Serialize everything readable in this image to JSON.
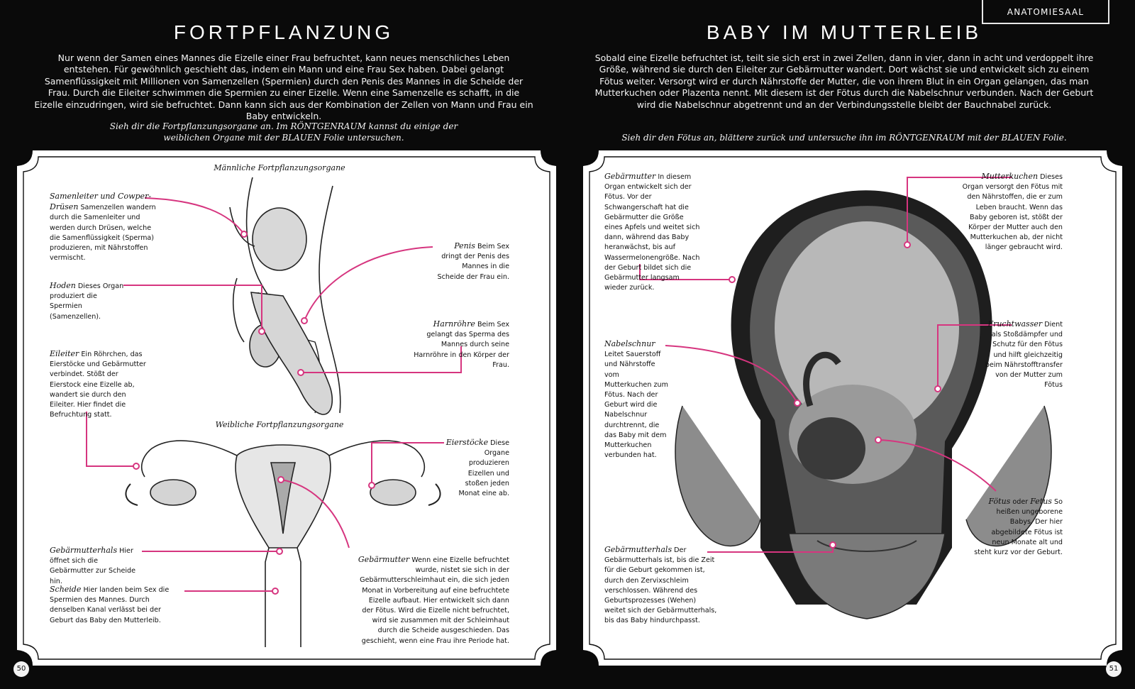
{
  "header_tab": "ANATOMIESAAL",
  "left": {
    "title": "FORTPFLANZUNG",
    "intro": "Nur wenn der Samen eines Mannes die Eizelle einer Frau befruchtet, kann neues menschliches Leben entstehen. Für gewöhnlich geschieht das, indem ein Mann und eine Frau Sex haben. Dabei gelangt Samenflüssigkeit mit Millionen von Samenzellen (Spermien) durch den Penis des Mannes in die Scheide der Frau. Durch die Eileiter schwimmen die Spermien zu einer Eizelle. Wenn eine Samenzelle es schafft, in die Eizelle einzudringen, wird sie befruchtet. Dann kann sich aus der Kombination der Zellen von Mann und Frau ein Baby entwickeln.",
    "instruction": "Sieh dir die Fortpflanzungsorgane an. Im RÖNTGENRAUM kannst du einige der weiblichen Organe mit der BLAUEN Folie untersuchen.",
    "caption_male": "Männliche Fortpflanzungsorgane",
    "caption_female": "Weibliche Fortpflanzungsorgane",
    "labels": {
      "samenleiter": {
        "term": "Samenleiter und Cowper-Drüsen",
        "text": "Samenzellen wandern durch die Samenleiter und werden durch Drüsen, welche die Samenflüssigkeit (Sperma) produzieren, mit Nährstoffen vermischt."
      },
      "hoden": {
        "term": "Hoden",
        "text": "Dieses Organ produziert die Spermien (Samenzellen)."
      },
      "eileiter": {
        "term": "Eileiter",
        "text": "Ein Röhrchen, das Eierstöcke und Gebärmutter verbindet. Stößt der Eierstock eine Eizelle ab, wandert sie durch den Eileiter. Hier findet die Befruchtung statt."
      },
      "gebaermutterhals": {
        "term": "Gebärmutterhals",
        "text": "Hier öffnet sich die Gebärmutter zur Scheide hin."
      },
      "scheide": {
        "term": "Scheide",
        "text": "Hier landen beim Sex die Spermien des Mannes. Durch denselben Kanal verlässt bei der Geburt das Baby den Mutterleib."
      },
      "penis": {
        "term": "Penis",
        "text": "Beim Sex dringt der Penis des Mannes in die Scheide der Frau ein."
      },
      "harnroehre": {
        "term": "Harnröhre",
        "text": "Beim Sex gelangt das Sperma des Mannes durch seine Harnröhre in den Körper der Frau."
      },
      "eierstoecke": {
        "term": "Eierstöcke",
        "text": "Diese Organe produzieren Eizellen und stoßen jeden Monat eine ab."
      },
      "gebaermutter": {
        "term": "Gebärmutter",
        "text": "Wenn eine Eizelle befruchtet wurde, nistet sie sich in der Gebärmutterschleimhaut ein, die sich jeden Monat in Vorbereitung auf eine befruchtete Eizelle aufbaut. Hier entwickelt sich dann der Fötus. Wird die Eizelle nicht befruchtet, wird sie zusammen mit der Schleimhaut durch die Scheide ausgeschieden. Das geschieht, wenn eine Frau ihre Periode hat."
      }
    },
    "page_number": "50"
  },
  "right": {
    "title": "BABY IM MUTTERLEIB",
    "intro": "Sobald eine Eizelle befruchtet ist, teilt sie sich erst in zwei Zellen, dann in vier, dann in acht und verdoppelt ihre Größe, während sie durch den Eileiter zur Gebärmutter wandert. Dort wächst sie und entwickelt sich zu einem Fötus weiter. Versorgt wird er durch Nährstoffe der Mutter, die von ihrem Blut in ein Organ gelangen, das man Mutterkuchen oder Plazenta nennt. Mit diesem ist der Fötus durch die Nabelschnur verbunden. Nach der Geburt wird die Nabelschnur abgetrennt und an der Verbindungsstelle bleibt der Bauchnabel zurück.",
    "instruction": "Sieh dir den Fötus an, blättere zurück und untersuche ihn im RÖNTGENRAUM mit der BLAUEN Folie.",
    "labels": {
      "gebaermutter": {
        "term": "Gebärmutter",
        "text": "In diesem Organ entwickelt sich der Fötus. Vor der Schwangerschaft hat die Gebärmutter die Größe eines Apfels und weitet sich dann, während das Baby heranwächst, bis auf Wassermelonengröße. Nach der Geburt bildet sich die Gebärmutter langsam wieder zurück."
      },
      "nabelschnur": {
        "term": "Nabelschnur",
        "text": "Leitet Sauerstoff und Nährstoffe vom Mutterkuchen zum Fötus. Nach der Geburt wird die Nabelschnur durchtrennt, die das Baby mit dem Mutterkuchen verbunden hat."
      },
      "gebaermutterhals": {
        "term": "Gebärmutterhals",
        "text": "Der Gebärmutterhals ist, bis die Zeit für die Geburt gekommen ist, durch den Zervixschleim verschlossen. Während des Geburtsprozesses (Wehen) weitet sich der Gebärmutterhals, bis das Baby hindurchpasst."
      },
      "mutterkuchen": {
        "term": "Mutterkuchen",
        "text": "Dieses Organ versorgt den Fötus mit den Nährstoffen, die er zum Leben braucht. Wenn das Baby geboren ist, stößt der Körper der Mutter auch den Mutterkuchen ab, der nicht länger gebraucht wird."
      },
      "fruchtwasser": {
        "term": "Fruchtwasser",
        "text": "Dient als Stoßdämpfer und Schutz für den Fötus und hilft gleichzeitig beim Nährstofftransfer von der Mutter zum Fötus"
      },
      "foetus": {
        "term": "Fötus",
        "connector": "oder",
        "term2": "Fetus",
        "text": "So heißen ungeborene Babys. Der hier abgebildete Fötus ist neun Monate alt und steht kurz vor der Geburt."
      }
    },
    "page_number": "51"
  },
  "colors": {
    "background": "#0a0a0a",
    "panel": "#ffffff",
    "accent": "#d6357f",
    "text_dark": "#111111"
  }
}
